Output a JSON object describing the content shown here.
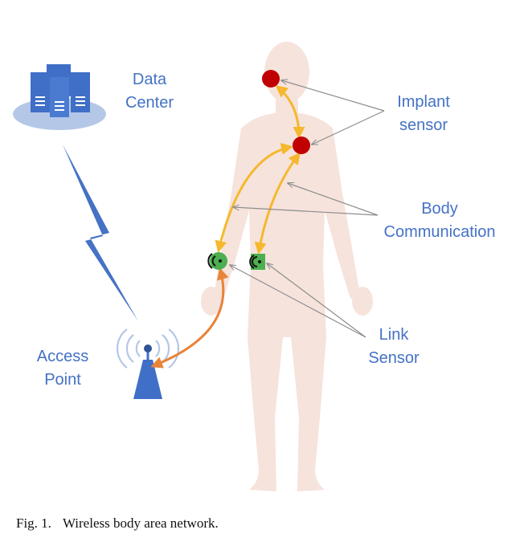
{
  "diagram": {
    "labels": {
      "data_center": [
        "Data",
        "Center"
      ],
      "implant_sensor": [
        "Implant",
        "sensor"
      ],
      "body_communication": [
        "Body",
        "Communication"
      ],
      "link_sensor": [
        "Link",
        "Sensor"
      ],
      "access_point": [
        "Access",
        "Point"
      ]
    }
  },
  "caption": {
    "prefix": "Fig. 1.",
    "text": "Wireless body area network."
  },
  "colors": {
    "label_text": "#4472c4",
    "body": "#f6e3dc",
    "implant": "#c00000",
    "link_sensor": "#4caf50",
    "body_comm_arrow": "#f5b82e",
    "access_arrow": "#e8843a",
    "wireless_bolt": "#4472c4",
    "pointer_line": "#8c8c8c",
    "server": "#3f6fc7",
    "server_base": "#b4c7e7",
    "tower": "#3f6fc7"
  },
  "icons": [
    "server-cluster-icon",
    "antenna-tower-icon",
    "wireless-signal-icon",
    "lightning-bolt-icon"
  ]
}
